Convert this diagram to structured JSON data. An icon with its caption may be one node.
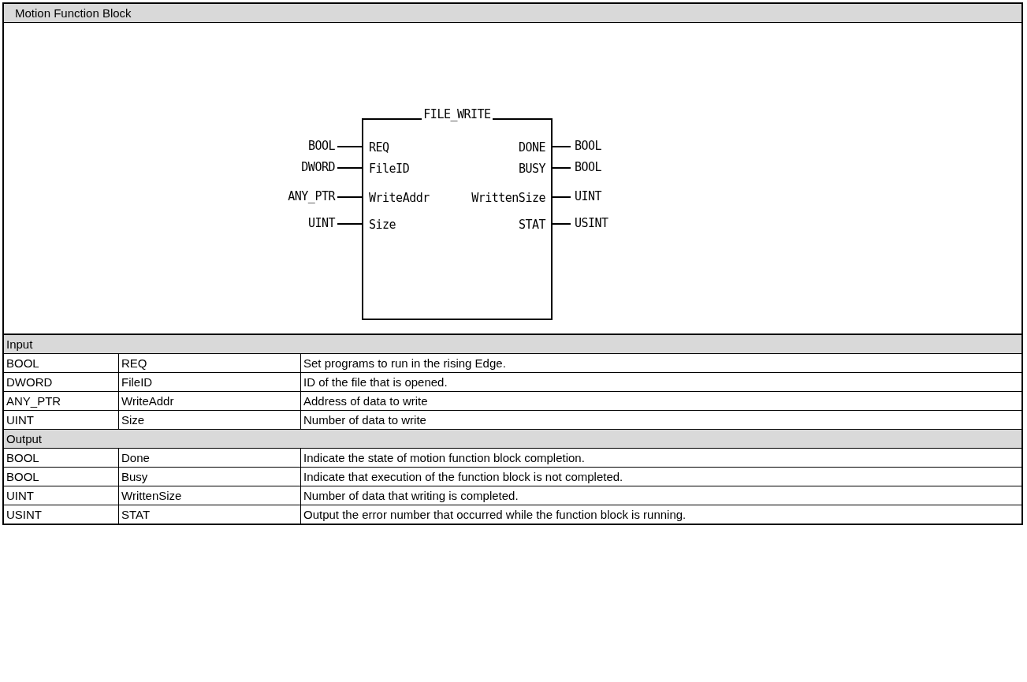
{
  "diagram": {
    "title": "Motion Function Block",
    "nodes": [
      {
        "text": [
          "FILE_WRITE"
        ]
      },
      {
        "text": [
          "REQ"
        ],
        "in": 0
      },
      {
        "text": [
          "FileID"
        ],
        "in": 0
      },
      {
        "text": [
          "WriteAddr"
        ],
        "in": 0
      },
      {
        "text": [
          "Size"
        ],
        "in": 0
      },
      {
        "text": [
          "DONE"
        ],
        "in": 0
      },
      {
        "text": [
          "BUSY"
        ],
        "in": 0
      },
      {
        "text": [
          "WrittenSize"
        ],
        "in": 0
      },
      {
        "text": [
          "STAT"
        ],
        "in": 0
      },
      {
        "text": [
          "BOOL"
        ]
      },
      {
        "text": [
          "DWORD"
        ]
      },
      {
        "text": [
          "ANY_PTR"
        ]
      },
      {
        "text": [
          "UINT"
        ]
      },
      {
        "text": [
          "BOOL"
        ]
      },
      {
        "text": [
          "BOOL"
        ]
      },
      {
        "text": [
          "UINT"
        ]
      },
      {
        "text": [
          "USINT"
        ]
      }
    ],
    "edges": [
      {
        "from": 9,
        "to": 1,
        "arrow": "none"
      },
      {
        "from": 10,
        "to": 2,
        "arrow": "none"
      },
      {
        "from": 11,
        "to": 3,
        "arrow": "none"
      },
      {
        "from": 12,
        "to": 4,
        "arrow": "none"
      },
      {
        "from": 5,
        "to": 13,
        "arrow": "none"
      },
      {
        "from": 6,
        "to": 14,
        "arrow": "none"
      },
      {
        "from": 7,
        "to": 15,
        "arrow": "none"
      },
      {
        "from": 8,
        "to": 16,
        "arrow": "none"
      }
    ],
    "labels": [
      "Input",
      "BOOL",
      "REQ",
      "Set programs to run in the rising Edge.",
      "DWORD",
      "FileID",
      "ID of the file that is opened.",
      "ANY_PTR",
      "WriteAddr",
      "Address of data to write",
      "UINT",
      "Size",
      "Number of data to write",
      "Output",
      "BOOL",
      "Done",
      "Indicate the state of motion function block completion.",
      "BOOL",
      "Busy",
      "Indicate that execution of the function block is not completed.",
      "UINT",
      "WrittenSize",
      "Number of data that writing is completed.",
      "USINT",
      "STAT",
      "Output the error number that occurred while the function block is running."
    ]
  }
}
